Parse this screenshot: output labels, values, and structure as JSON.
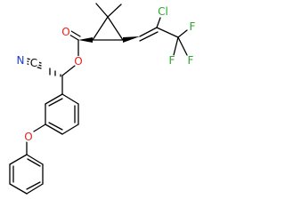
{
  "structure": {
    "atoms": {
      "oxygen_carbonyl": {
        "symbol": "O",
        "color": "#e8221b"
      },
      "oxygen_ester": {
        "symbol": "O",
        "color": "#e8221b"
      },
      "oxygen_ether": {
        "symbol": "O",
        "color": "#e8221b"
      },
      "nitrogen_nitrile": {
        "symbol": "N",
        "color": "#1a3bd6"
      },
      "carbon_nitrile": {
        "symbol": "C",
        "color": "#000000"
      },
      "chlorine": {
        "symbol": "Cl",
        "color": "#2ea52e"
      },
      "fluorine_1": {
        "symbol": "F",
        "color": "#2ea52e"
      },
      "fluorine_2": {
        "symbol": "F",
        "color": "#2ea52e"
      },
      "fluorine_3": {
        "symbol": "F",
        "color": "#2ea52e"
      }
    },
    "bond_color": "#000000"
  }
}
